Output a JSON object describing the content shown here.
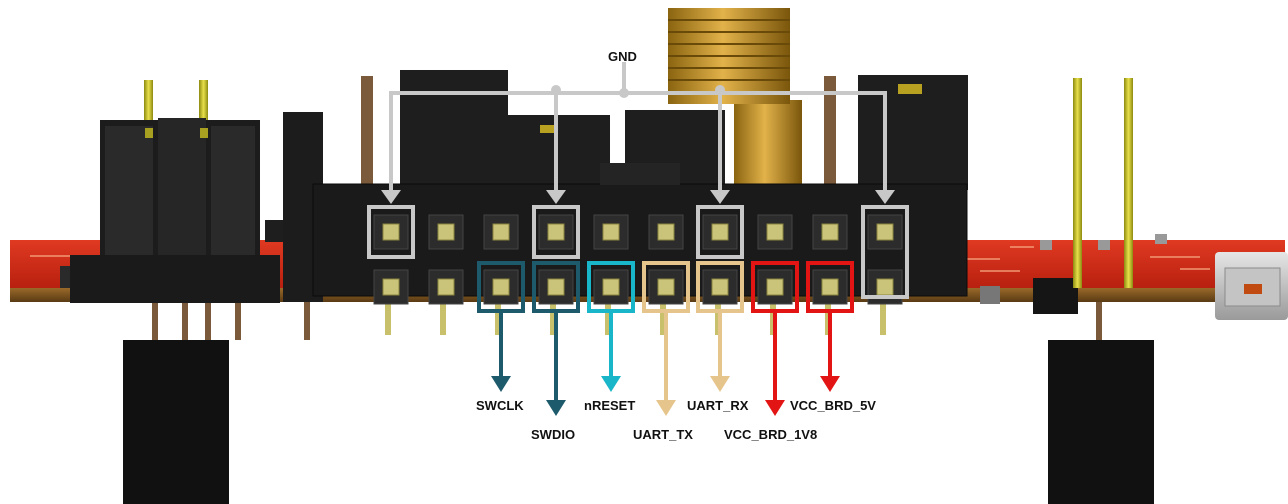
{
  "labels": {
    "gnd": "GND",
    "swclk": "SWCLK",
    "swdio": "SWDIO",
    "nreset": "nRESET",
    "uart_tx": "UART_TX",
    "uart_rx": "UART_RX",
    "vcc_brd_1v8": "VCC_BRD_1V8",
    "vcc_brd_5v": "VCC_BRD_5V"
  },
  "colors": {
    "gnd": "#c8c8c8",
    "swd": "#1d5a6c",
    "nreset": "#19b5c9",
    "uart": "#e6c58c",
    "vcc": "#e31414",
    "pcb": "#c8261a",
    "header": "#1a1a1a"
  }
}
